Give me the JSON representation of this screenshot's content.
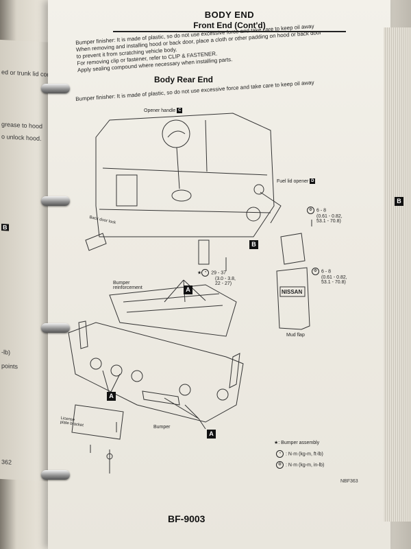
{
  "header": {
    "title": "BODY END",
    "subtitle": "Front End (Cont'd)"
  },
  "front_end_notes": [
    "Bumper finisher: It is made of plastic, so do not use excessive force and take care to keep oil away",
    "When removing and installing hood or back door, place a cloth or other padding on hood or back door",
    "to prevent it from scratching vehicle body.",
    "For removing clip or fastener, refer to CLIP & FASTENER.",
    "Apply sealing compound where necessary when installing parts."
  ],
  "section": {
    "title": "Body Rear End",
    "note": "Bumper finisher: It is made of plastic, so do not use excessive force and take care to keep oil away"
  },
  "labels": {
    "opener_handle": "Opener handle",
    "fuel_lid_opener": "Fuel lid opener",
    "door_lock": "Back door lock",
    "bumper_reinforcement_1": "Bumper",
    "bumper_reinforcement_2": "reinforcement",
    "bumper": "Bumper",
    "mud_flap": "Mud flap",
    "license_bracket_1": "License",
    "license_bracket_2": "plate bracket",
    "nissan": "NISSAN"
  },
  "markers": {
    "A": "A",
    "B": "B",
    "C": "C",
    "D": "D"
  },
  "torques": {
    "upper_1": "6 - 8",
    "upper_2": "(0.61 - 0.82,",
    "upper_3": "53.1 - 70.8)",
    "center_1": "29 - 37",
    "center_2": "(3.0 - 3.8,",
    "center_3": "22 - 27)",
    "lower_1": "6 - 8",
    "lower_2": "(0.61 - 0.82,",
    "lower_3": "53.1 - 70.8)"
  },
  "legend": {
    "assembly": "★: Bumper assembly",
    "nm_ft": ": N·m (kg-m, ft-lb)",
    "nm_in": ": N·m (kg-m, in-lb)"
  },
  "figure_code": "NBF363",
  "page_number": "BF-9003",
  "left_page_fragments": [
    "ed or trunk lid cor-",
    "grease to hood",
    "o unlock hood.",
    "B",
    "-lb)",
    "points",
    "362"
  ]
}
